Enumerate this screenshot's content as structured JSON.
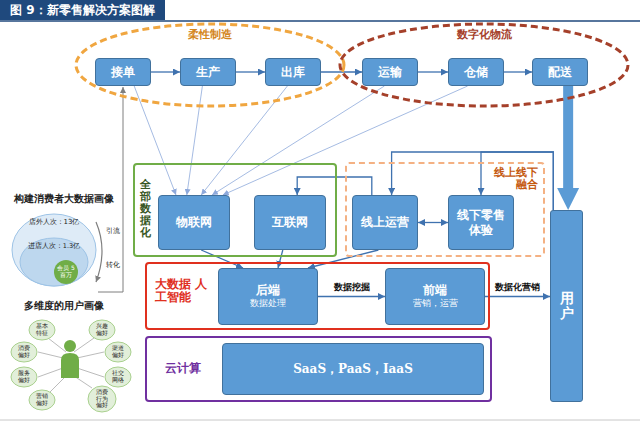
{
  "diagram": {
    "title": "图 9：新零售解决方案图解",
    "nodes": [
      {
        "text": [
          "柔性制造"
        ]
      },
      {
        "text": [
          "接单"
        ],
        "in": 0
      },
      {
        "text": [
          "生产"
        ],
        "in": 0
      },
      {
        "text": [
          "出库"
        ],
        "in": 0
      },
      {
        "text": [
          "数字化物流"
        ]
      },
      {
        "text": [
          "运输"
        ],
        "in": 4
      },
      {
        "text": [
          "仓储"
        ],
        "in": 4
      },
      {
        "text": [
          "配送"
        ],
        "in": 4
      },
      {
        "text": [
          "全部数据化"
        ]
      },
      {
        "text": [
          "物联网"
        ],
        "in": 8
      },
      {
        "text": [
          "互联网"
        ],
        "in": 8
      },
      {
        "text": [
          "线上线下 融合"
        ]
      },
      {
        "text": [
          "线上运营"
        ],
        "in": 11
      },
      {
        "text": [
          "线下零售体验"
        ],
        "in": 11
      },
      {
        "text": [
          "用户"
        ]
      },
      {
        "text": [
          "大数据 人工智能"
        ]
      },
      {
        "text": [
          "后端",
          "数据处理"
        ],
        "in": 15
      },
      {
        "text": [
          "前端",
          "营销，运营"
        ],
        "in": 15
      },
      {
        "text": [
          "云计算"
        ]
      },
      {
        "text": [
          "SaaS，PaaS，IaaS"
        ],
        "in": 18
      }
    ],
    "edges": [
      {
        "from": 1,
        "to": 2,
        "arrow": "to"
      },
      {
        "from": 2,
        "to": 3,
        "arrow": "to"
      },
      {
        "from": 3,
        "to": 5,
        "arrow": "to"
      },
      {
        "from": 5,
        "to": 6,
        "arrow": "to"
      },
      {
        "from": 6,
        "to": 7,
        "arrow": "to"
      },
      {
        "from": 7,
        "to": 14,
        "arrow": "to"
      },
      {
        "from": 1,
        "to": 9,
        "arrow": "to"
      },
      {
        "from": 2,
        "to": 9,
        "arrow": "to"
      },
      {
        "from": 3,
        "to": 9,
        "arrow": "to"
      },
      {
        "from": 5,
        "to": 9,
        "arrow": "to"
      },
      {
        "from": 6,
        "to": 9,
        "arrow": "to"
      },
      {
        "from": 9,
        "to": 16,
        "arrow": "to"
      },
      {
        "from": 10,
        "to": 16,
        "arrow": "to"
      },
      {
        "from": 12,
        "to": 16,
        "arrow": "to"
      },
      {
        "from": 12,
        "to": 10,
        "arrow": "to"
      },
      {
        "from": 12,
        "to": 13,
        "arrow": "both"
      },
      {
        "from": 16,
        "to": 17,
        "label": "数据挖掘",
        "arrow": "to"
      },
      {
        "from": 17,
        "to": 14,
        "label": "数据化营销",
        "arrow": "to"
      },
      {
        "from": 14,
        "to": 13,
        "arrow": "to"
      },
      {
        "from": 14,
        "to": 12,
        "arrow": "to"
      }
    ],
    "labels": [
      "构建消费者大数据画像",
      "店外人次：13亿",
      "进店人次：1.3亿",
      "会员 5百万",
      "引流",
      "转化",
      "多维度的用户画像",
      "基本特征",
      "兴趣偏好",
      "消费偏好",
      "渠道偏好",
      "服务偏好",
      "社交网络",
      "营销偏好",
      "消费行为偏好"
    ]
  }
}
